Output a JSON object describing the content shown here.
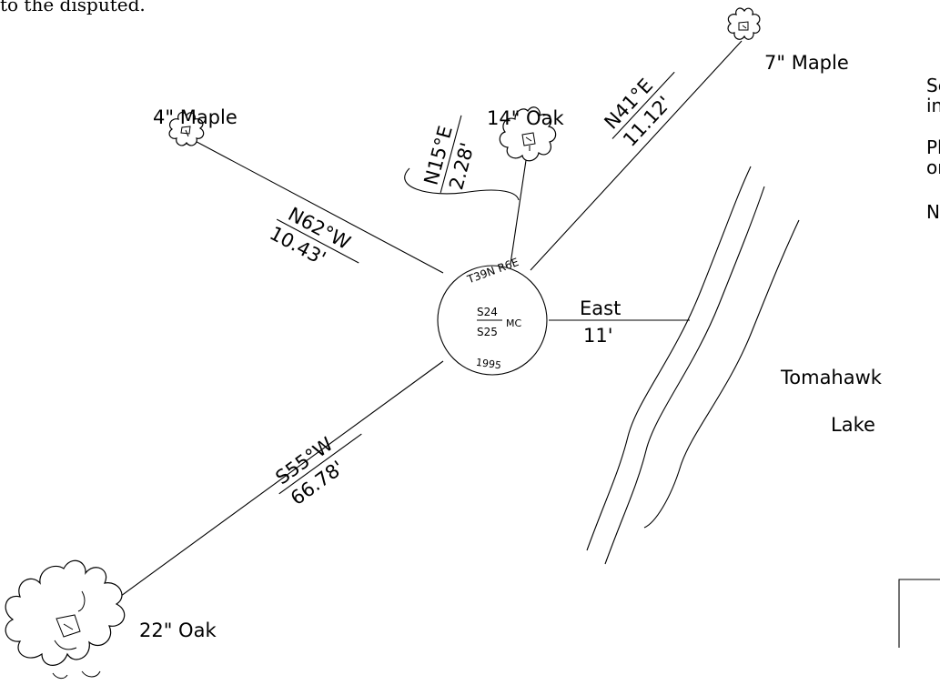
{
  "top_fragment": "to the disputed.",
  "corner": {
    "top": "T39N R6E",
    "section_top": "S24",
    "section_bottom": "S25",
    "mark": "MC",
    "year": "1995"
  },
  "trees": {
    "maple_4": "4\" Maple",
    "oak_14": "14\" Oak",
    "maple_7": "7\" Maple",
    "oak_22": "22\" Oak"
  },
  "bearings": {
    "n62w": {
      "direction": "N62°W",
      "distance": "10.43'"
    },
    "n15e": {
      "direction": "N15°E",
      "distance": "2.28'"
    },
    "n41e": {
      "direction": "N41°E",
      "distance": "11.12'"
    },
    "east": {
      "direction": "East",
      "distance": "11'"
    },
    "s55w": {
      "direction": "S55°W",
      "distance": "66.78'"
    }
  },
  "lake": {
    "line1": "Tomahawk",
    "line2": "Lake"
  },
  "right_text": {
    "se": "Se",
    "in": "in",
    "pl": "Pl",
    "or": "or",
    "ne": "Ne"
  }
}
